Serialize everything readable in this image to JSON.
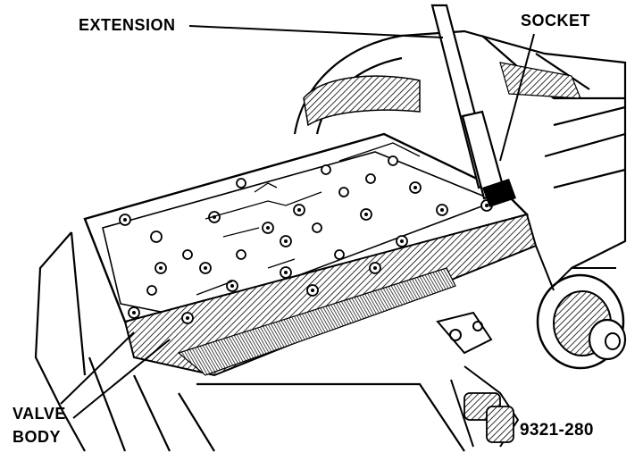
{
  "labels": {
    "extension": "EXTENSION",
    "socket": "SOCKET",
    "valve": "VALVE",
    "body": "BODY"
  },
  "figure_number": "9321-280",
  "colors": {
    "ink": "#000000",
    "paper": "#ffffff"
  }
}
